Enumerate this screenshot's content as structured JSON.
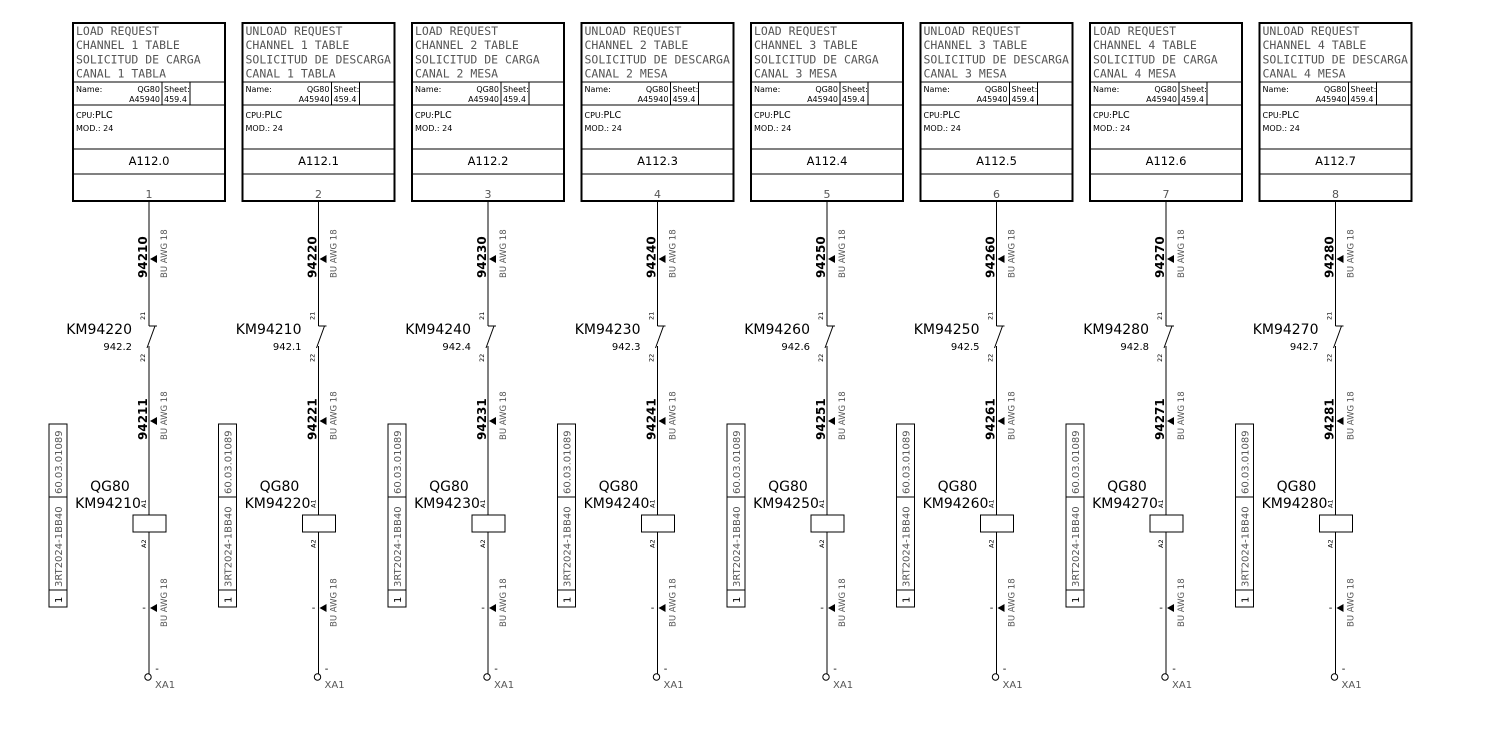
{
  "labels": {
    "name": "Name:",
    "sheet": "Sheet:",
    "cpu": "CPU:",
    "mod": "MOD.: 24",
    "contact_top": "21",
    "contact_bottom": "22",
    "coil_top": "A1",
    "coil_bottom": "A2",
    "terminal_minus": "-",
    "cable_count": "1"
  },
  "columns": [
    {
      "number": "1",
      "desc": [
        "LOAD REQUEST",
        "CHANNEL 1 TABLE",
        "SOLICITUD DE CARGA",
        "CANAL 1 TABLA"
      ],
      "name_tag": "QG80",
      "name_code": "A45940",
      "sheet": "459.4",
      "cpu": "PLC",
      "address": "A112.0",
      "wire_top": "94210",
      "wire_mid": "94211",
      "gauge": "BU AWG 18",
      "contact_device": "KM94220",
      "contact_ref": "942.2",
      "coil_group": "QG80",
      "coil_device": "KM94210",
      "part_number": "3RT2024-1BB40",
      "part_code": "60.03.01089",
      "terminal": "XA1"
    },
    {
      "number": "2",
      "desc": [
        "UNLOAD REQUEST",
        "CHANNEL 1 TABLE",
        "SOLICITUD DE DESCARGA",
        "CANAL 1 TABLA"
      ],
      "name_tag": "QG80",
      "name_code": "A45940",
      "sheet": "459.4",
      "cpu": "PLC",
      "address": "A112.1",
      "wire_top": "94220",
      "wire_mid": "94221",
      "gauge": "BU AWG 18",
      "contact_device": "KM94210",
      "contact_ref": "942.1",
      "coil_group": "QG80",
      "coil_device": "KM94220",
      "part_number": "3RT2024-1BB40",
      "part_code": "60.03.01089",
      "terminal": "XA1"
    },
    {
      "number": "3",
      "desc": [
        "LOAD REQUEST",
        "CHANNEL 2 TABLE",
        "SOLICITUD DE CARGA",
        "CANAL 2 MESA"
      ],
      "name_tag": "QG80",
      "name_code": "A45940",
      "sheet": "459.4",
      "cpu": "PLC",
      "address": "A112.2",
      "wire_top": "94230",
      "wire_mid": "94231",
      "gauge": "BU AWG 18",
      "contact_device": "KM94240",
      "contact_ref": "942.4",
      "coil_group": "QG80",
      "coil_device": "KM94230",
      "part_number": "3RT2024-1BB40",
      "part_code": "60.03.01089",
      "terminal": "XA1"
    },
    {
      "number": "4",
      "desc": [
        "UNLOAD REQUEST",
        "CHANNEL 2 TABLE",
        "SOLICITUD DE DESCARGA",
        "CANAL 2 MESA"
      ],
      "name_tag": "QG80",
      "name_code": "A45940",
      "sheet": "459.4",
      "cpu": "PLC",
      "address": "A112.3",
      "wire_top": "94240",
      "wire_mid": "94241",
      "gauge": "BU AWG 18",
      "contact_device": "KM94230",
      "contact_ref": "942.3",
      "coil_group": "QG80",
      "coil_device": "KM94240",
      "part_number": "3RT2024-1BB40",
      "part_code": "60.03.01089",
      "terminal": "XA1"
    },
    {
      "number": "5",
      "desc": [
        "LOAD REQUEST",
        "CHANNEL 3 TABLE",
        "SOLICITUD DE CARGA",
        "CANAL 3 MESA"
      ],
      "name_tag": "QG80",
      "name_code": "A45940",
      "sheet": "459.4",
      "cpu": "PLC",
      "address": "A112.4",
      "wire_top": "94250",
      "wire_mid": "94251",
      "gauge": "BU AWG 18",
      "contact_device": "KM94260",
      "contact_ref": "942.6",
      "coil_group": "QG80",
      "coil_device": "KM94250",
      "part_number": "3RT2024-1BB40",
      "part_code": "60.03.01089",
      "terminal": "XA1"
    },
    {
      "number": "6",
      "desc": [
        "UNLOAD REQUEST",
        "CHANNEL 3 TABLE",
        "SOLICITUD DE DESCARGA",
        "CANAL 3 MESA"
      ],
      "name_tag": "QG80",
      "name_code": "A45940",
      "sheet": "459.4",
      "cpu": "PLC",
      "address": "A112.5",
      "wire_top": "94260",
      "wire_mid": "94261",
      "gauge": "BU AWG 18",
      "contact_device": "KM94250",
      "contact_ref": "942.5",
      "coil_group": "QG80",
      "coil_device": "KM94260",
      "part_number": "3RT2024-1BB40",
      "part_code": "60.03.01089",
      "terminal": "XA1"
    },
    {
      "number": "7",
      "desc": [
        "LOAD REQUEST",
        "CHANNEL 4 TABLE",
        "SOLICITUD DE CARGA",
        "CANAL 4 MESA"
      ],
      "name_tag": "QG80",
      "name_code": "A45940",
      "sheet": "459.4",
      "cpu": "PLC",
      "address": "A112.6",
      "wire_top": "94270",
      "wire_mid": "94271",
      "gauge": "BU AWG 18",
      "contact_device": "KM94280",
      "contact_ref": "942.8",
      "coil_group": "QG80",
      "coil_device": "KM94270",
      "part_number": "3RT2024-1BB40",
      "part_code": "60.03.01089",
      "terminal": "XA1"
    },
    {
      "number": "8",
      "desc": [
        "UNLOAD REQUEST",
        "CHANNEL 4 TABLE",
        "SOLICITUD DE DESCARGA",
        "CANAL 4 MESA"
      ],
      "name_tag": "QG80",
      "name_code": "A45940",
      "sheet": "459.4",
      "cpu": "PLC",
      "address": "A112.7",
      "wire_top": "94280",
      "wire_mid": "94281",
      "gauge": "BU AWG 18",
      "contact_device": "KM94270",
      "contact_ref": "942.7",
      "coil_group": "QG80",
      "coil_device": "KM94280",
      "part_number": "3RT2024-1BB40",
      "part_code": "60.03.01089",
      "terminal": "XA1"
    }
  ]
}
